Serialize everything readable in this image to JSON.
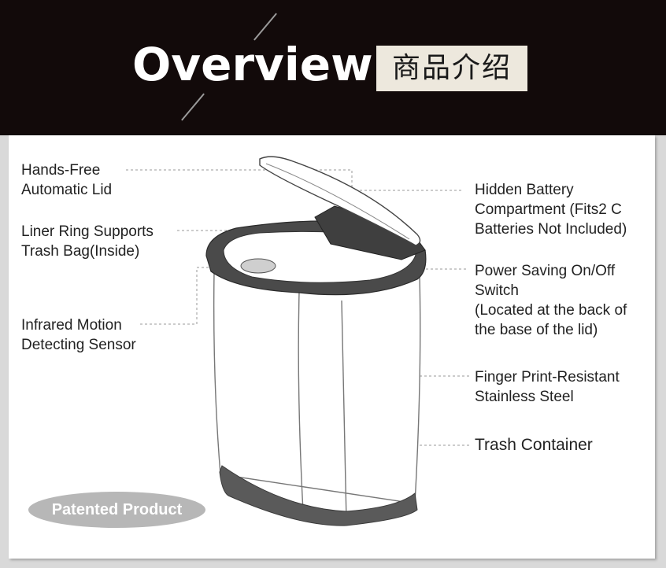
{
  "header": {
    "title": "Overview",
    "subtitle_cn": "商品介绍"
  },
  "labels": {
    "hands_free": "Hands-Free\nAutomatic Lid",
    "liner_ring": "Liner Ring Supports\nTrash Bag(Inside)",
    "infrared": "Infrared Motion\nDetecting Sensor",
    "battery": "Hidden Battery\nCompartment (Fits2 C\nBatteries Not Included)",
    "power": "Power Saving On/Off\nSwitch\n(Located at the back of\nthe base of the lid)",
    "finger_print": "Finger Print-Resistant\nStainless Steel",
    "trash_container": "Trash Container"
  },
  "badge": {
    "patented": "Patented Product"
  },
  "colors": {
    "header_bg": "#120a0a",
    "badge_bg": "#ede8dd",
    "rim": "#4a4a4a",
    "leader_line": "#9a9a9a"
  }
}
